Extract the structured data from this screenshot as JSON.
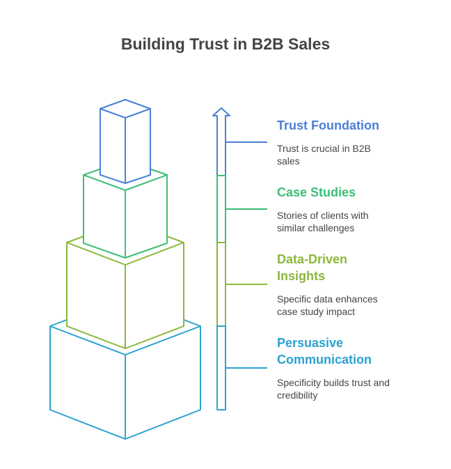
{
  "title": "Building Trust in B2B Sales",
  "colors": {
    "blue": "#4a80d4",
    "green": "#3cbf75",
    "olive": "#8ab83a",
    "cyan": "#2aa3cf"
  },
  "levels": [
    {
      "heading": "Trust Foundation",
      "description": "Trust is crucial in B2B\nsales",
      "color": "#4a80d4"
    },
    {
      "heading": "Case Studies",
      "description": "Stories of clients with\nsimilar challenges",
      "color": "#3cbf75"
    },
    {
      "heading": "Data-Driven\nInsights",
      "description": "Specific data enhances\ncase study impact",
      "color": "#8ab83a"
    },
    {
      "heading": "Persuasive\nCommunication",
      "description": "Specificity builds trust and\ncredibility",
      "color": "#2aa3cf"
    }
  ]
}
